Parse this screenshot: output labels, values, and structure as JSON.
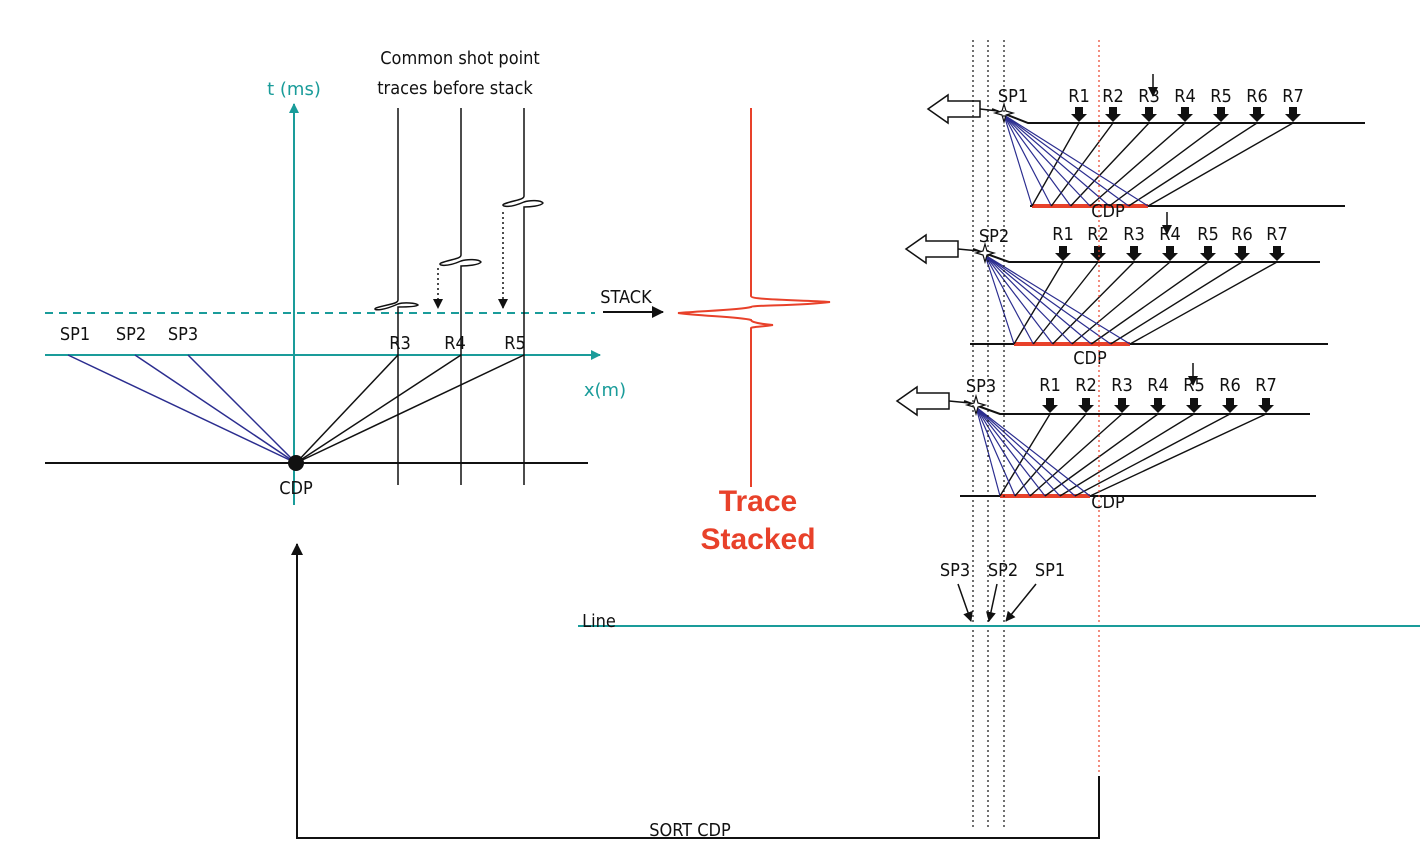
{
  "colors": {
    "teal": "#1a9c9a",
    "ray_blue": "#2b2d8f",
    "black": "#111111",
    "red": "#e8412a"
  },
  "icons": [
    "shot-point-star-icon",
    "source-arrow-icon",
    "receiver-arrow-icon",
    "cdp-dot-icon"
  ],
  "left_panel": {
    "y_axis_label": "t (ms)",
    "x_axis_label": "x(m)",
    "heading_line1": "Common shot point",
    "heading_line2": "traces before stack",
    "shot_labels": [
      "SP1",
      "SP2",
      "SP3"
    ],
    "receiver_labels": [
      "R3",
      "R4",
      "R5"
    ],
    "cdp_label": "CDP"
  },
  "middle": {
    "stack_label": "STACK",
    "result_line1": "Trace",
    "result_line2": "Stacked"
  },
  "right_panel": {
    "gathers": [
      {
        "shot": "SP1",
        "receivers": [
          "R1",
          "R2",
          "R3",
          "R4",
          "R5",
          "R6",
          "R7"
        ],
        "cdp": "CDP"
      },
      {
        "shot": "SP2",
        "receivers": [
          "R1",
          "R2",
          "R3",
          "R4",
          "R5",
          "R6",
          "R7"
        ],
        "cdp": "CDP"
      },
      {
        "shot": "SP3",
        "receivers": [
          "R1",
          "R2",
          "R3",
          "R4",
          "R5",
          "R6",
          "R7"
        ],
        "cdp": "CDP"
      }
    ],
    "line_label": "Line",
    "line_shots": [
      "SP3",
      "SP2",
      "SP1"
    ]
  },
  "bottom": {
    "sort_label": "SORT CDP"
  }
}
